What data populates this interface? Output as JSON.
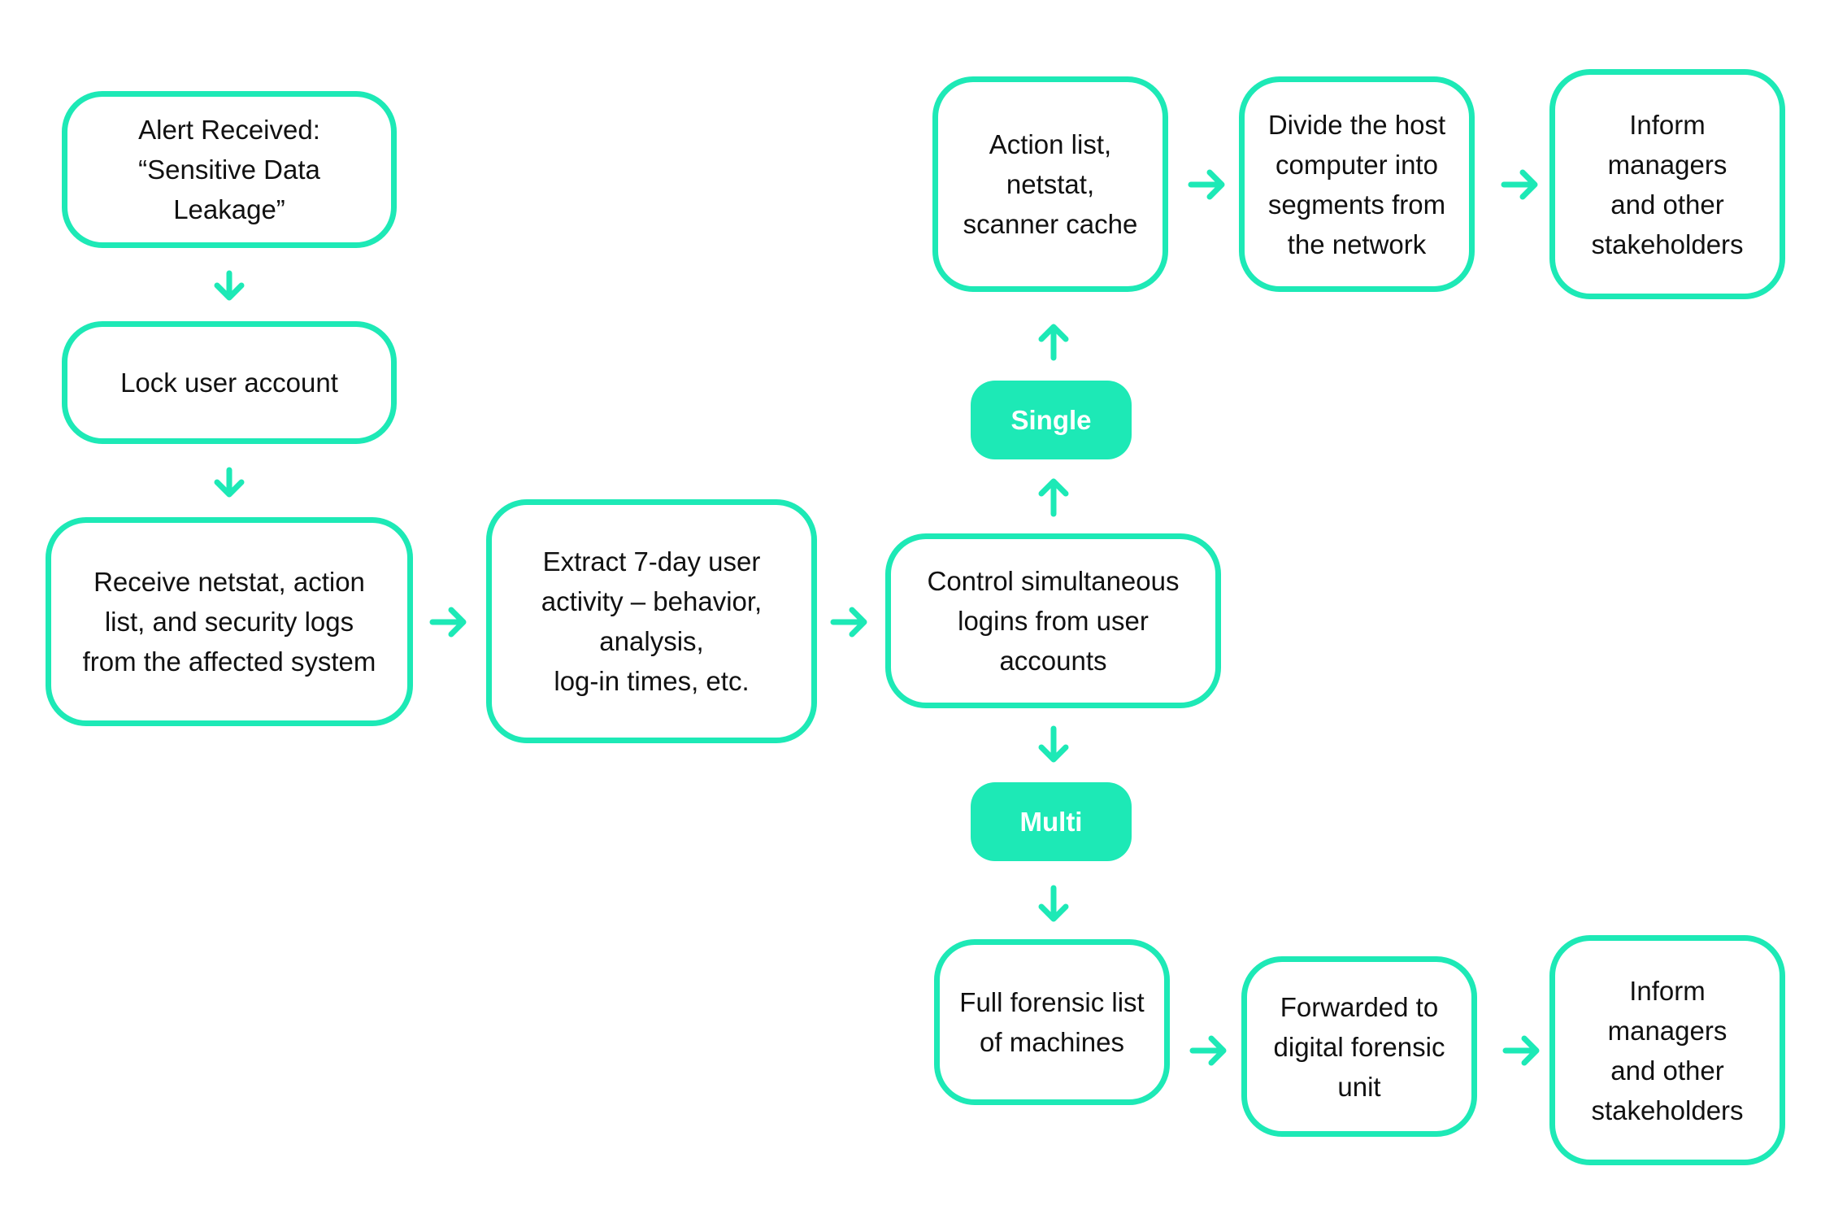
{
  "theme": {
    "accent": "#1de9b6",
    "text": "#111111",
    "background": "#ffffff"
  },
  "nodes": {
    "alert": "Alert Received:\n“Sensitive Data\nLeakage”",
    "lock": "Lock user account",
    "receive": "Receive netstat, action\nlist, and security logs\nfrom the affected system",
    "extract": "Extract 7-day user\nactivity – behavior,\nanalysis,\nlog-in times, etc.",
    "control": "Control simultaneous\nlogins from user\naccounts",
    "action_list": "Action list,\nnetstat,\nscanner cache",
    "divide": "Divide the host\ncomputer into\nsegments from\nthe network",
    "inform_top": "Inform\nmanagers\nand other\nstakeholders",
    "forensic_list": "Full forensic list\nof machines",
    "forwarded": "Forwarded to\ndigital forensic\nunit",
    "inform_bottom": "Inform\nmanagers\nand other\nstakeholders"
  },
  "branches": {
    "single": "Single",
    "multi": "Multi"
  }
}
